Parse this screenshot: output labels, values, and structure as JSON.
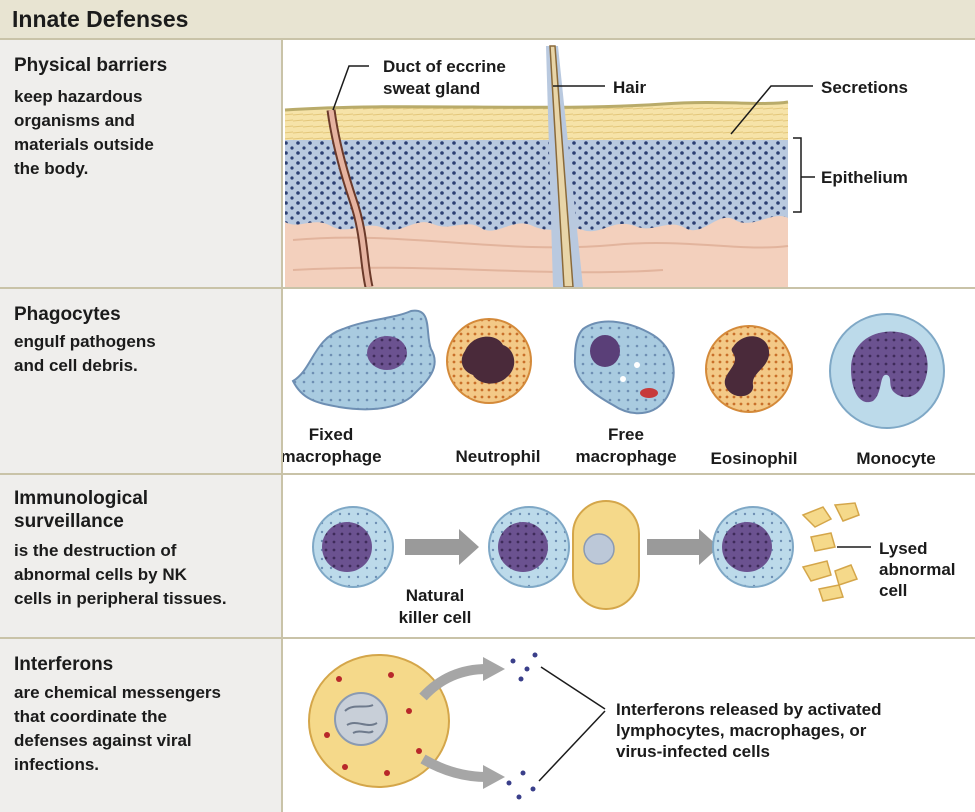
{
  "title": "Innate Defenses",
  "rows": [
    {
      "heading": "Physical barriers",
      "description": "keep hazardous\norganisms and\nmaterials outside\nthe body.",
      "labels": {
        "duct": [
          "Duct of eccrine",
          "sweat gland"
        ],
        "hair": "Hair",
        "secretions": "Secretions",
        "epithelium": "Epithelium"
      }
    },
    {
      "heading": "Phagocytes",
      "description": "engulf pathogens\nand cell debris.",
      "labels": {
        "fixed_macrophage": [
          "Fixed",
          "macrophage"
        ],
        "neutrophil": "Neutrophil",
        "free_macrophage": [
          "Free",
          "macrophage"
        ],
        "eosinophil": "Eosinophil",
        "monocyte": "Monocyte"
      }
    },
    {
      "heading": "Immunological\nsurveillance",
      "description": "is the destruction of\nabnormal cells by NK\ncells in peripheral tissues.",
      "labels": {
        "nk_cell": [
          "Natural",
          "killer cell"
        ],
        "lysed": [
          "Lysed",
          "abnormal",
          "cell"
        ]
      }
    },
    {
      "heading": "Interferons",
      "description": "are chemical messengers\nthat coordinate the\ndefenses against viral\ninfections.",
      "labels": {
        "interferons": [
          "Interferons released by activated",
          "lymphocytes, macrophages, or",
          "virus-infected cells"
        ]
      }
    }
  ],
  "colors": {
    "header_bg": "#e8e4d2",
    "left_panel_bg": "#efeeec",
    "divider": "#c9c3a8",
    "cell_blue": "#a9cbe0",
    "nucleus_purple": "#5a3f78",
    "granule_orange": "#e9a24a",
    "yellow_cell": "#f5d98a",
    "dermis_pink": "#f3d0bd",
    "epithelium_blue": "#b9c9df",
    "arrow_gray": "#9a9a9a"
  }
}
